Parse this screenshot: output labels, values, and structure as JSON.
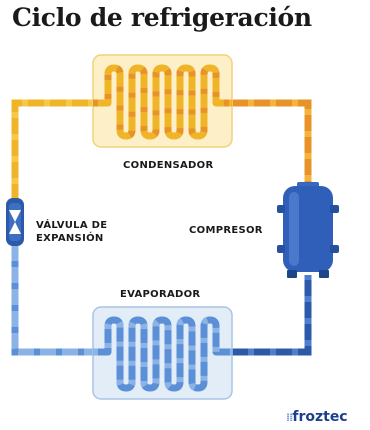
{
  "title": "Ciclo de refrigeración",
  "labels": {
    "condenser": "CONDENSADOR",
    "compressor": "COMPRESOR",
    "evaporator": "EVAPORADOR",
    "valve_line1": "VÁLVULA DE",
    "valve_line2": "EXPANSIÓN"
  },
  "brand": "froztec",
  "colors": {
    "hot_pipe": "#f0b429",
    "hot_pipe_dark": "#e8932a",
    "hot_box": "#fdf0c9",
    "cold_pipe": "#5b8fd6",
    "cold_pipe_dark": "#2d5aa8",
    "cold_box": "#e3edf8",
    "compressor": "#2f5fb8",
    "valve": "#2d5aa8"
  }
}
